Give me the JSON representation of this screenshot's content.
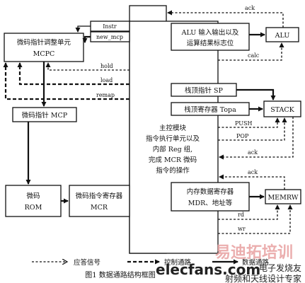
{
  "blocks": {
    "instr": "Instr",
    "new_mcp": "new_mcp",
    "mcpc_line1": "微码指针调整单元",
    "mcpc_line2": "MCPC",
    "mcp": "微码指针 MCP",
    "rom_line1": "微码",
    "rom_line2": "ROM",
    "mcr_line1": "微码指令寄存器",
    "mcr_line2": "MCR",
    "ctrl_line1": "主控模块",
    "ctrl_line2": "指令执行单元以及",
    "ctrl_line3": "内部 Reg 组,",
    "ctrl_line4": "完成 MCR 微码",
    "ctrl_line5": "指令的操作",
    "aluio_line1": "ALU 输入输出以及",
    "aluio_line2": "运算结果标志位",
    "alu": "ALU",
    "sp": "栈顶指针 SP",
    "topa": "栈顶寄存器 Topa",
    "stack": "STACK",
    "mdr_line1": "内存数据寄存器",
    "mdr_line2": "MDR、地址等",
    "memrw": "MEMRW"
  },
  "signals": {
    "ack_top": "ack",
    "calc": "calc",
    "hold": "hold",
    "load": "load",
    "remap": "remap",
    "push": "PUSH",
    "pop": "POP",
    "ack_stack": "ack",
    "ack_mem": "ack",
    "rd": "rd",
    "wr": "wr"
  },
  "legend": {
    "response": "应答信号",
    "control": "控制通路",
    "data": "数据通路"
  },
  "caption": "图1  数据通路结构框图",
  "watermark": {
    "cn": "易迪拓培训",
    "site": "elecfans.com",
    "pub": "电子发烧友",
    "tag": "射频和天线设计专家"
  }
}
